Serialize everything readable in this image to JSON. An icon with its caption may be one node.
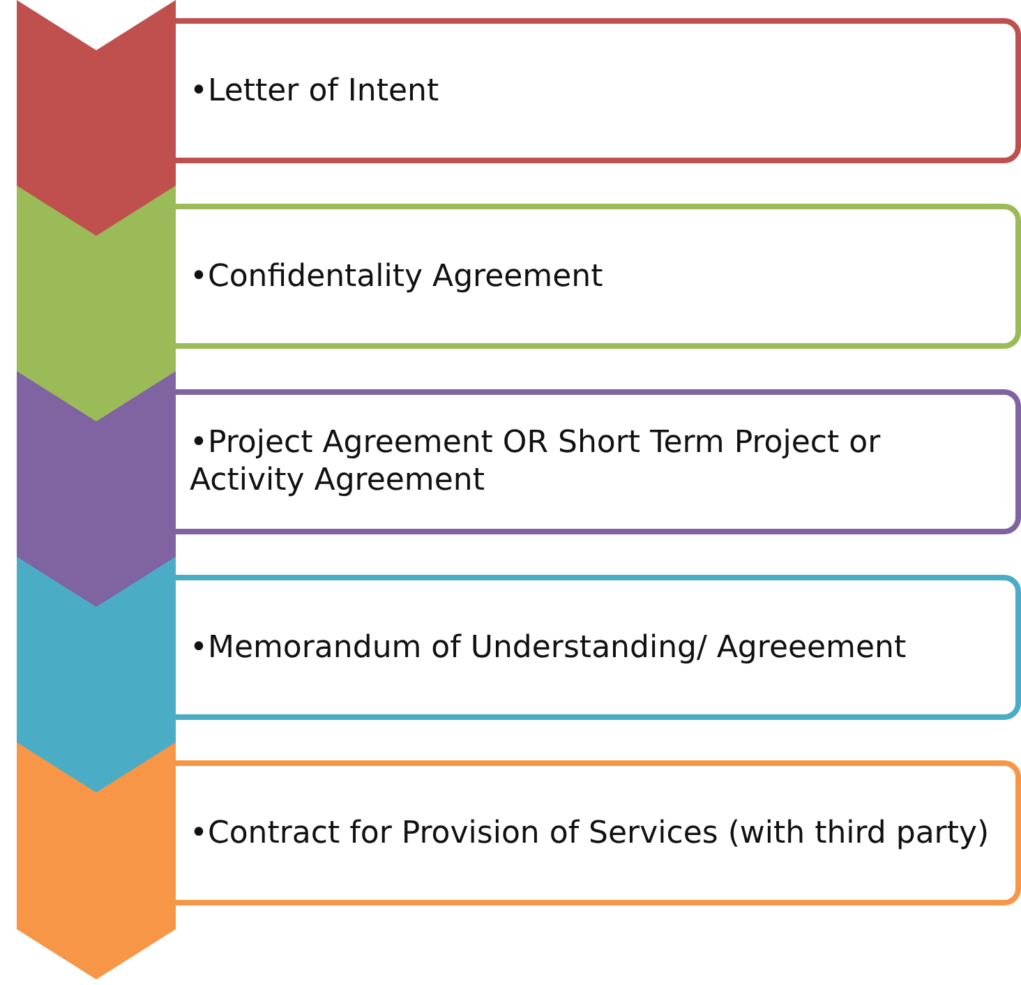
{
  "diagram": {
    "nodes": [
      {
        "text": [],
        "shape": "chevron"
      },
      {
        "text": [
          "•Letter of Intent"
        ]
      },
      {
        "text": [],
        "shape": "chevron"
      },
      {
        "text": [
          "•Confidentality Agreement"
        ]
      },
      {
        "text": [],
        "shape": "chevron"
      },
      {
        "text": [
          "•Project Agreement OR Short Term Project or Activity Agreement"
        ]
      },
      {
        "text": [],
        "shape": "chevron"
      },
      {
        "text": [
          "•Memorandum of Understanding/ Agreeement"
        ]
      },
      {
        "text": [],
        "shape": "chevron"
      },
      {
        "text": [
          "•Contract for Provision of Services (with third party)"
        ]
      }
    ]
  }
}
